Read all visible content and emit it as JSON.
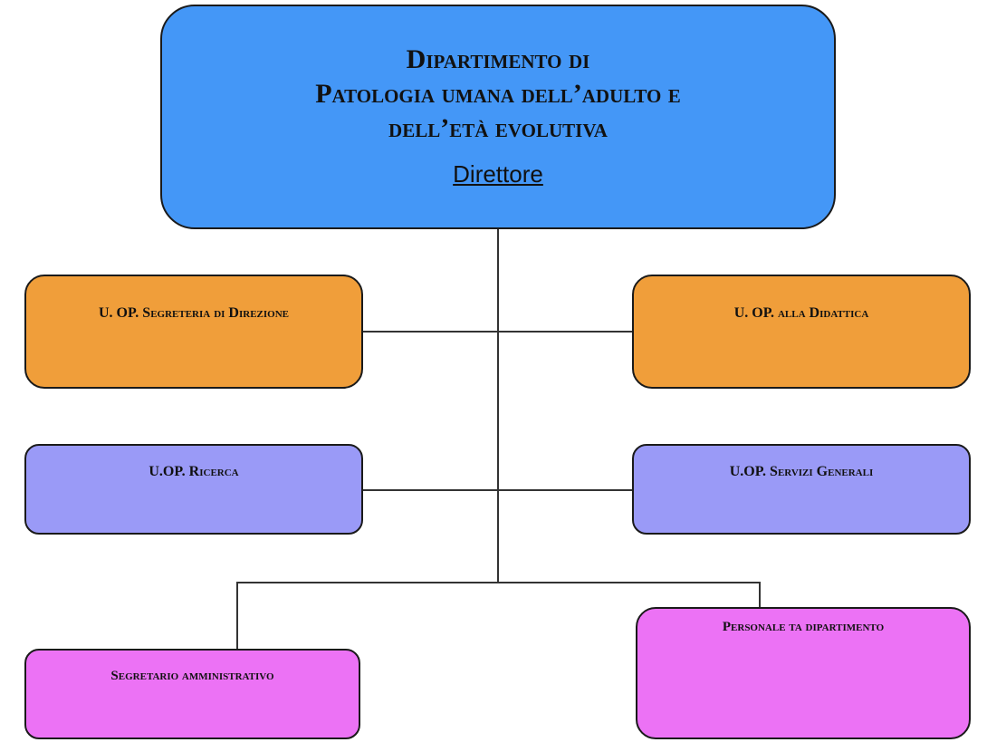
{
  "header": {
    "title_lines": [
      "Dipartimento di",
      "Patologia umana dell’adulto e",
      "dell’età evolutiva"
    ],
    "subtitle": "Direttore",
    "color": "#4497f7"
  },
  "units": [
    {
      "label": "U. OP. Segreteria di Direzione",
      "color": "#f09e3a"
    },
    {
      "label": "U. OP. alla Didattica",
      "color": "#f09e3a"
    },
    {
      "label": "U.OP. Ricerca",
      "color": "#9a9af7"
    },
    {
      "label": "U.OP. Servizi Generali",
      "color": "#9a9af7"
    },
    {
      "label": "Segretario amministrativo",
      "color": "#ec72f5"
    },
    {
      "label": "Personale ta dipartimento",
      "color": "#ec72f5"
    }
  ]
}
